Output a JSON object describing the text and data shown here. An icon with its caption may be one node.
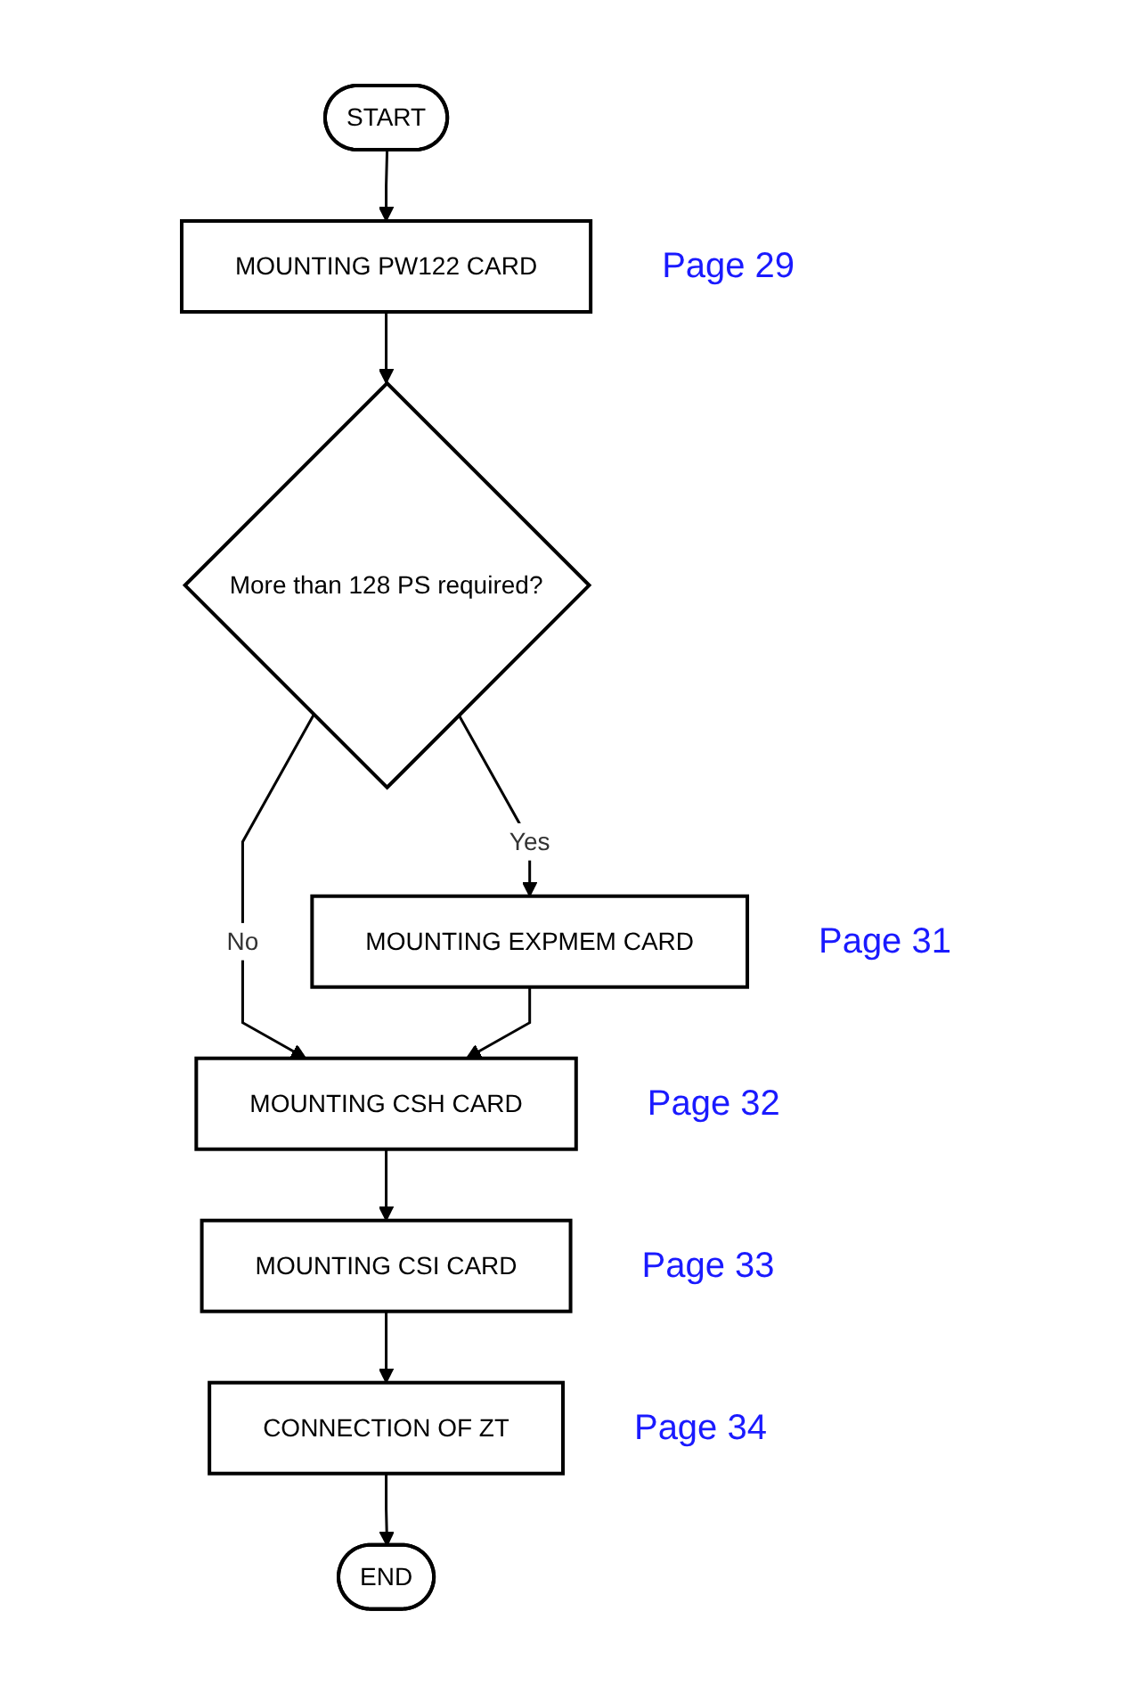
{
  "diagram": {
    "nodes": [
      {
        "text": [
          "START"
        ]
      },
      {
        "text": [
          "MOUNTING PW122 CARD"
        ],
        "beside": [
          "Page 29"
        ]
      },
      {
        "text": [
          "More than 128 PS required?"
        ]
      },
      {
        "text": [
          "MOUNTING EXPMEM CARD"
        ],
        "beside": [
          "Page 31"
        ]
      },
      {
        "text": [
          "MOUNTING CSH CARD"
        ],
        "beside": [
          "Page 32"
        ]
      },
      {
        "text": [
          "MOUNTING CSI CARD"
        ],
        "beside": [
          "Page 33"
        ]
      },
      {
        "text": [
          "CONNECTION OF ZT"
        ],
        "beside": [
          "Page 34"
        ]
      },
      {
        "text": [
          "END"
        ]
      }
    ],
    "edges": [
      {
        "from": 0,
        "to": 1,
        "arrow": "to"
      },
      {
        "from": 1,
        "to": 2,
        "arrow": "to"
      },
      {
        "from": 2,
        "to": 3,
        "arrow": "to",
        "label": "Yes"
      },
      {
        "from": 2,
        "to": 4,
        "arrow": "to",
        "label": "No"
      },
      {
        "from": 3,
        "to": 4,
        "arrow": "to"
      },
      {
        "from": 4,
        "to": 5,
        "arrow": "to"
      },
      {
        "from": 5,
        "to": 6,
        "arrow": "to"
      },
      {
        "from": 6,
        "to": 7,
        "arrow": "to"
      }
    ]
  }
}
